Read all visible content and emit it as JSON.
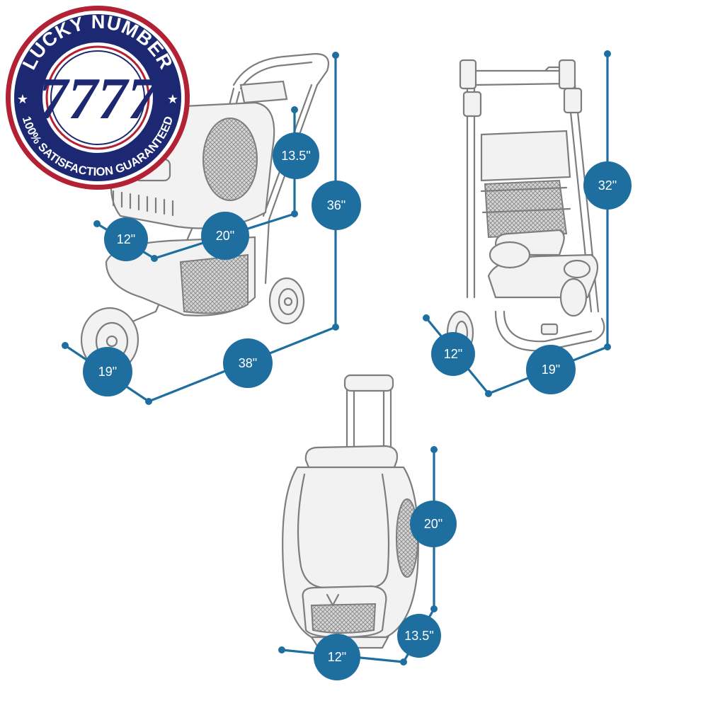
{
  "seal": {
    "top_text": "LUCKY NUMBER",
    "number": "7777",
    "bottom_text": "100% SATISFACTION GUARANTEED",
    "colors": {
      "navy": "#1c2872",
      "red": "#b22234",
      "white": "#ffffff"
    }
  },
  "dimensions": {
    "stroller": {
      "height_total": "36\"",
      "height_carrier": "13.5\"",
      "carrier_length": "20\"",
      "carrier_width": "12\"",
      "depth": "38\"",
      "width": "19\""
    },
    "folded": {
      "height": "32\"",
      "width": "19\"",
      "depth": "12\""
    },
    "backpack": {
      "height": "20\"",
      "depth": "13.5\"",
      "width": "12\""
    }
  },
  "colors": {
    "accent": "#1e6fa0",
    "sketch": "#7d7d7d"
  }
}
